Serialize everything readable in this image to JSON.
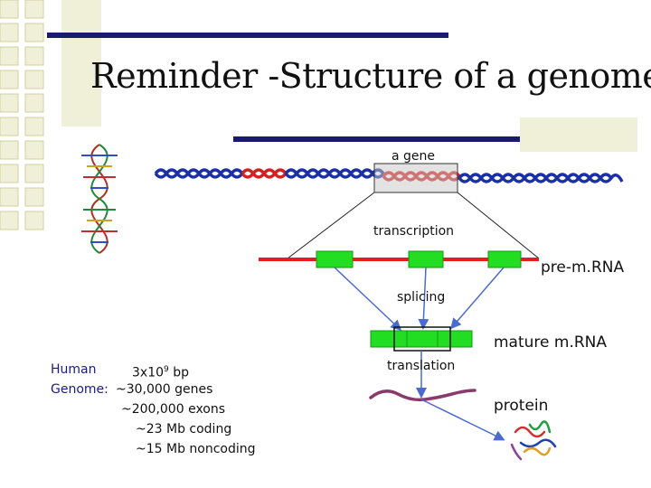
{
  "slide": {
    "title": "Reminder -Structure of a genome",
    "labels": {
      "gene": "a gene",
      "transcription": "transcription",
      "pre_mrna": "pre-m.RNA",
      "splicing": "splicing",
      "mature_mrna": "mature m.RNA",
      "translation": "translation",
      "protein": "protein"
    },
    "genome_stats": {
      "species_label": "Human",
      "genome_label": "Genome:",
      "size": "3x10",
      "size_exp": "9",
      "size_unit": " bp",
      "genes": "~30,000 genes",
      "exons": "~200,000 exons",
      "coding": "~23 Mb coding",
      "noncoding": "~15 Mb noncoding"
    },
    "colors": {
      "accent_bar": "#1a1a6e",
      "side_squares": "#f0f0d8",
      "square_border": "#d0d0a0",
      "dna_blue": "#1a2fa8",
      "dna_red": "#d42020",
      "exon_green": "#22dd22",
      "arrow_blue": "#4a6ad0",
      "protein_chain": "#8a3a6a"
    }
  }
}
